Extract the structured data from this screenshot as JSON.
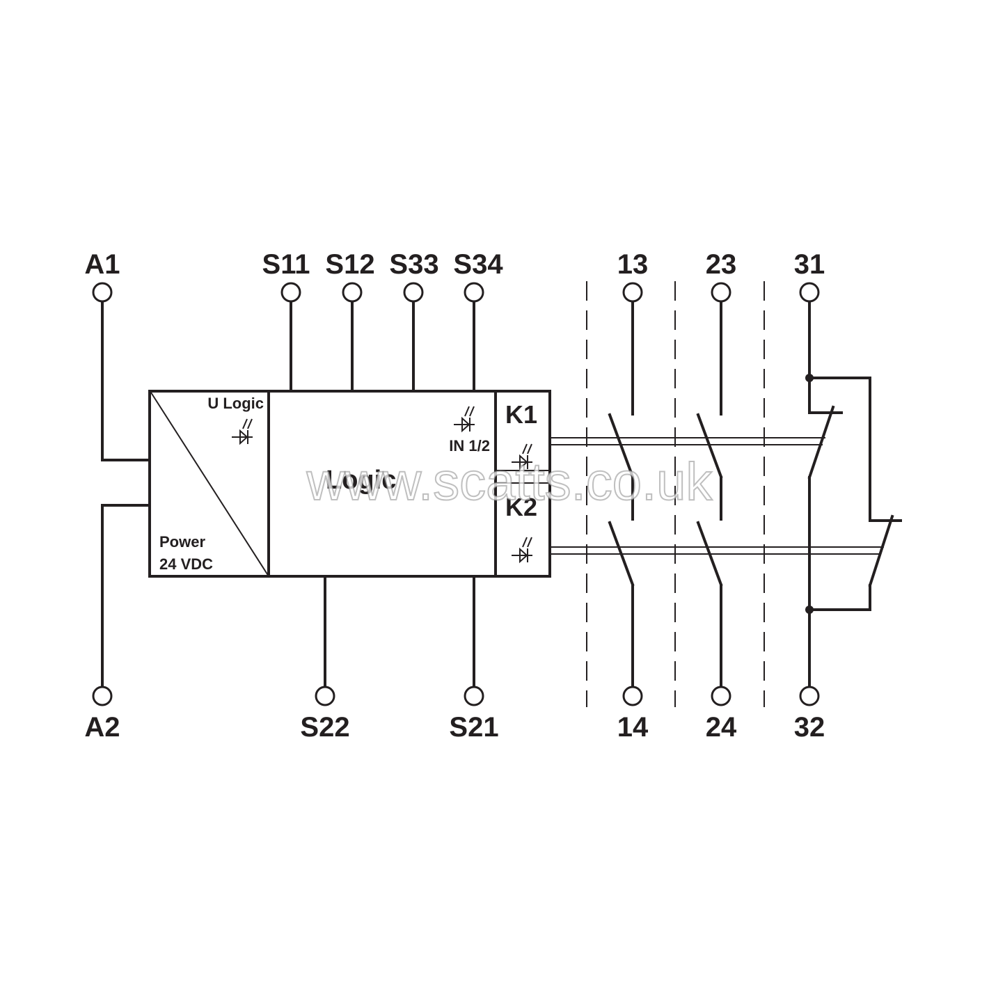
{
  "terminals": {
    "a1": "A1",
    "a2": "A2",
    "s11": "S11",
    "s12": "S12",
    "s33": "S33",
    "s34": "S34",
    "s22": "S22",
    "s21": "S21",
    "t13": "13",
    "t14": "14",
    "t23": "23",
    "t24": "24",
    "t31": "31",
    "t32": "32"
  },
  "blocks": {
    "u_logic": "U Logic",
    "power_line1": "Power",
    "power_line2": "24 VDC",
    "logic": "Logic",
    "in12": "IN 1/2",
    "k1": "K1",
    "k2": "K2"
  },
  "watermark": "www.scatts.co.uk",
  "colors": {
    "line": "#231f20",
    "background": "#ffffff"
  }
}
